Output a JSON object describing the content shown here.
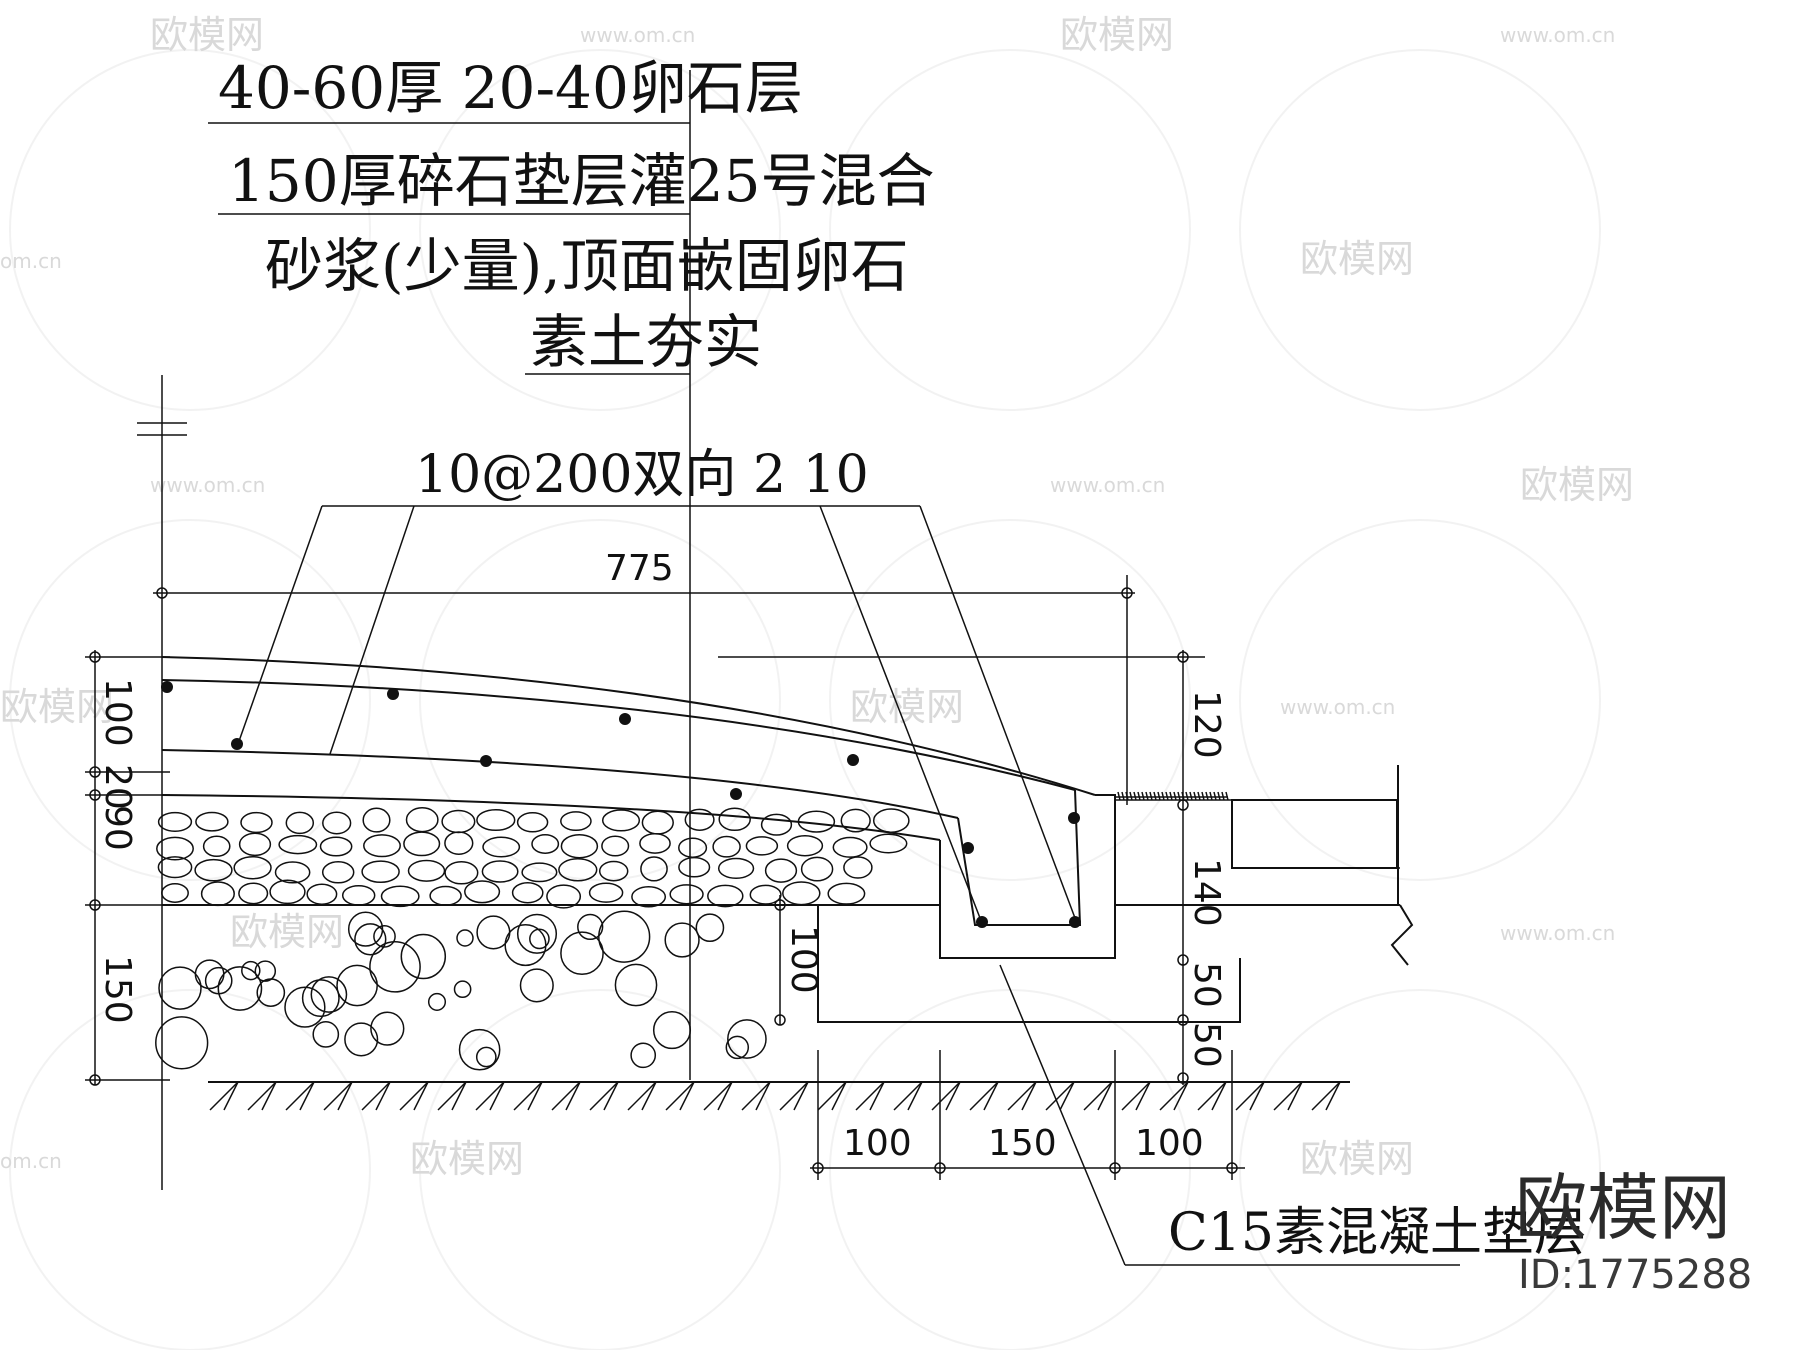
{
  "annotations": {
    "line1": "40-60厚   20-40卵石层",
    "line2": "150厚碎石垫层灌25号混合",
    "line3": "砂浆(少量),顶面嵌固卵石",
    "line4": "素土夯实",
    "rebar_label": "10@200双向 2   10",
    "concrete_label": "C15素混凝土垫层"
  },
  "dimensions": {
    "overall_width": "775",
    "left_stack": [
      "100",
      "20",
      "90",
      "150"
    ],
    "curb_height_top": "120",
    "curb_height_mid": "140",
    "curb_height_b1": "50",
    "curb_height_b2": "50",
    "gutter_depth": "100",
    "bottom_1": "100",
    "bottom_2": "150",
    "bottom_3": "100"
  },
  "watermark": {
    "brand": "欧模网",
    "site": "www.om.cn",
    "site_short": "om.cn",
    "id": "ID:1775288"
  },
  "colors": {
    "line": "#111111",
    "watermark": "#d9d9d9",
    "background": "#ffffff"
  }
}
